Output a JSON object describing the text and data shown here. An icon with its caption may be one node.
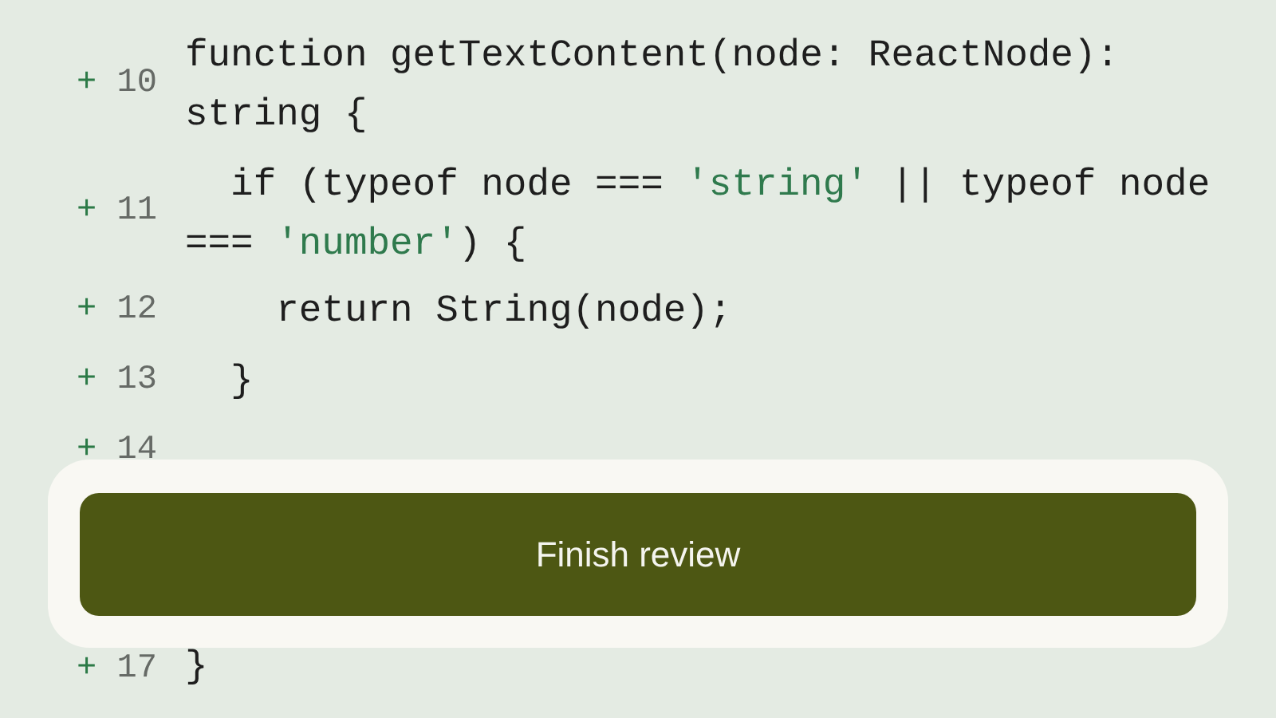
{
  "diagram": {
    "nodes": [
      {
        "text": [],
        "shape": "box"
      },
      {
        "text": [
          "Finish review"
        ],
        "in": 0
      }
    ],
    "labels": [
      "+ 10",
      "function getTextContent(node: ReactNode): string {",
      "+ 11",
      "if (typeof node === 'string' || typeof node === 'number') {",
      "+ 12",
      "return String(node);",
      "+ 13",
      "}",
      "+ 14",
      "+ 17",
      "}"
    ]
  }
}
